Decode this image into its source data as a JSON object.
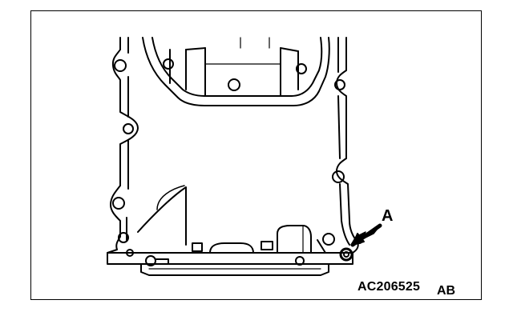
{
  "diagram": {
    "callout_label": "A",
    "figure_id": "AC206525",
    "figure_revision": "AB",
    "colors": {
      "line": "#000000",
      "background": "#ffffff"
    },
    "icons": [
      "arrow-icon",
      "bolt-hole-icon",
      "drain-plug-icon"
    ]
  }
}
